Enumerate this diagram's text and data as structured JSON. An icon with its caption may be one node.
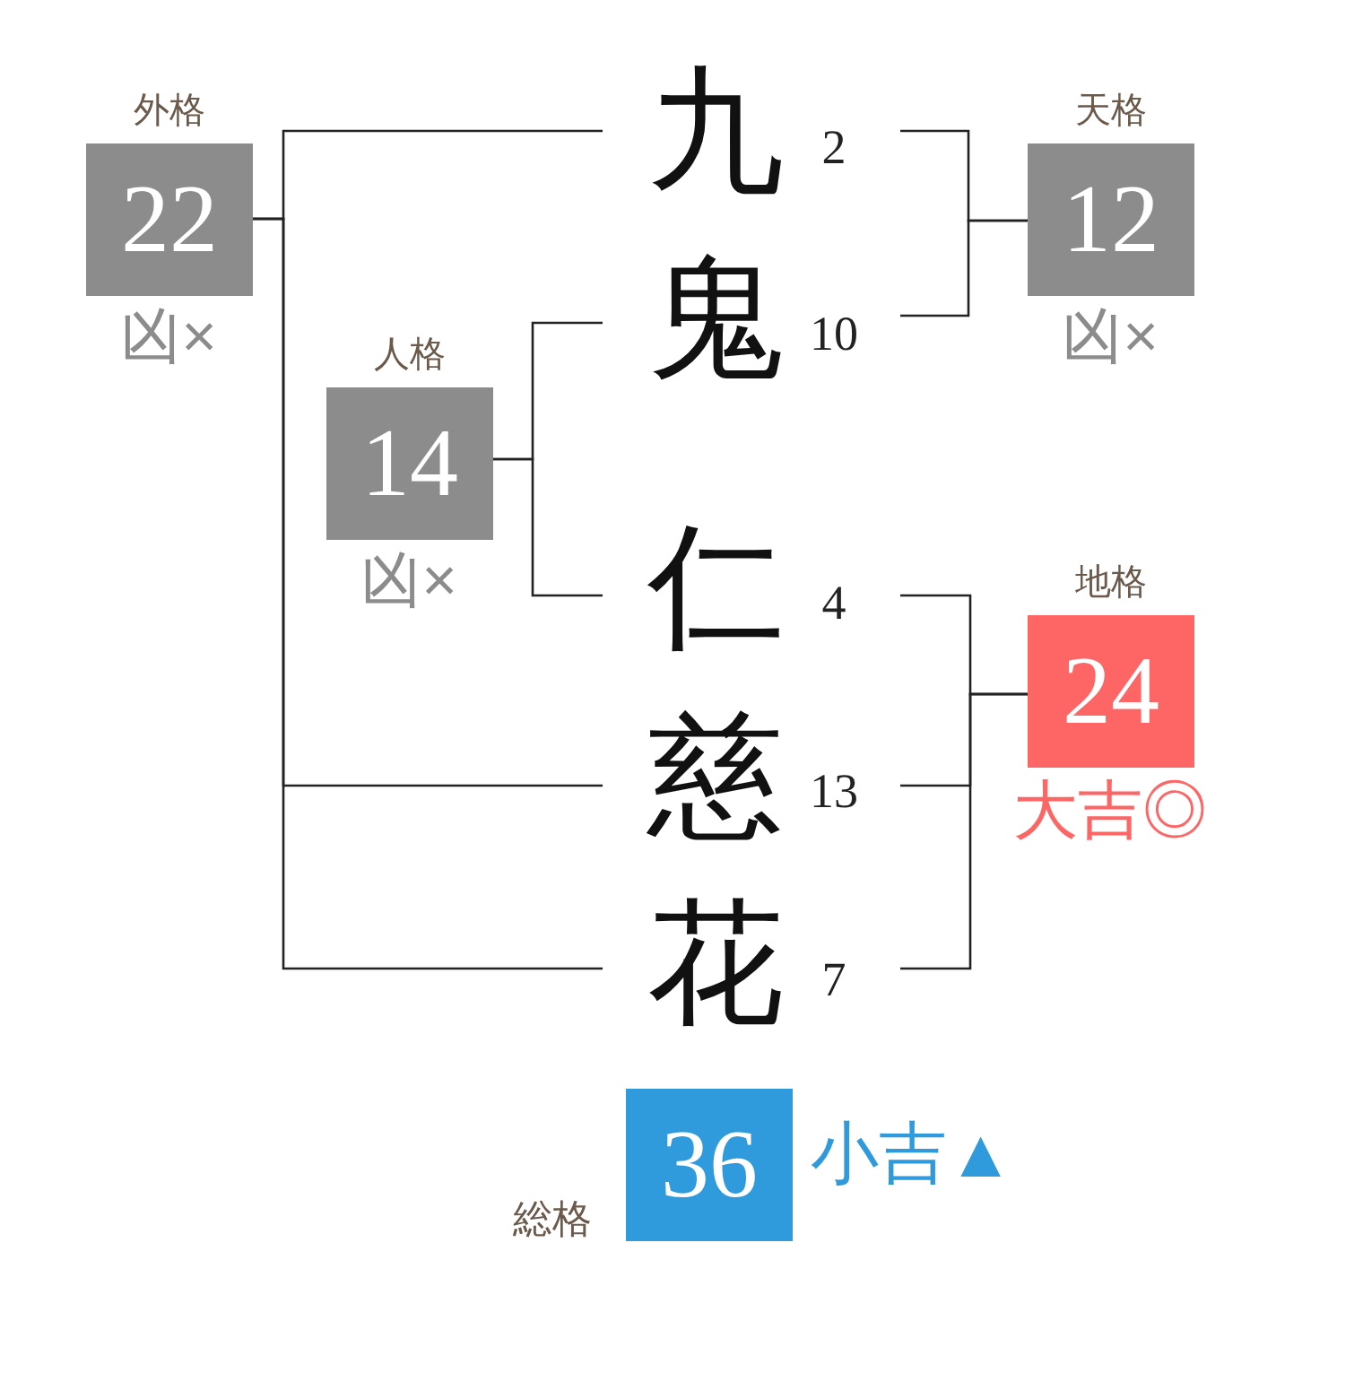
{
  "diagram": {
    "nodes": [
      {
        "text": [
          "外格",
          "22"
        ],
        "beside": [
          "凶×"
        ]
      },
      {
        "text": [
          "九"
        ],
        "beside": [
          "2"
        ]
      },
      {
        "text": [
          "天格",
          "12"
        ],
        "beside": [
          "凶×"
        ]
      },
      {
        "text": [
          "鬼"
        ],
        "beside": [
          "10"
        ]
      },
      {
        "text": [
          "人格",
          "14"
        ],
        "beside": [
          "凶×"
        ]
      },
      {
        "text": [
          "仁"
        ],
        "beside": [
          "4"
        ]
      },
      {
        "text": [
          "地格",
          "24"
        ],
        "beside": [
          "大吉◎"
        ]
      },
      {
        "text": [
          "慈"
        ],
        "beside": [
          "13"
        ]
      },
      {
        "text": [
          "花"
        ],
        "beside": [
          "7"
        ]
      },
      {
        "text": [
          "総格",
          "36"
        ],
        "beside": [
          "小吉▲"
        ]
      }
    ],
    "edges": [
      {
        "from": 1,
        "to": 0,
        "arrow": "none"
      },
      {
        "from": 7,
        "to": 0,
        "arrow": "none"
      },
      {
        "from": 8,
        "to": 0,
        "arrow": "none"
      },
      {
        "from": 1,
        "to": 2,
        "arrow": "none"
      },
      {
        "from": 3,
        "to": 2,
        "arrow": "none"
      },
      {
        "from": 3,
        "to": 4,
        "arrow": "none"
      },
      {
        "from": 5,
        "to": 4,
        "arrow": "none"
      },
      {
        "from": 5,
        "to": 6,
        "arrow": "none"
      },
      {
        "from": 7,
        "to": 6,
        "arrow": "none"
      },
      {
        "from": 8,
        "to": 6,
        "arrow": "none"
      }
    ]
  }
}
